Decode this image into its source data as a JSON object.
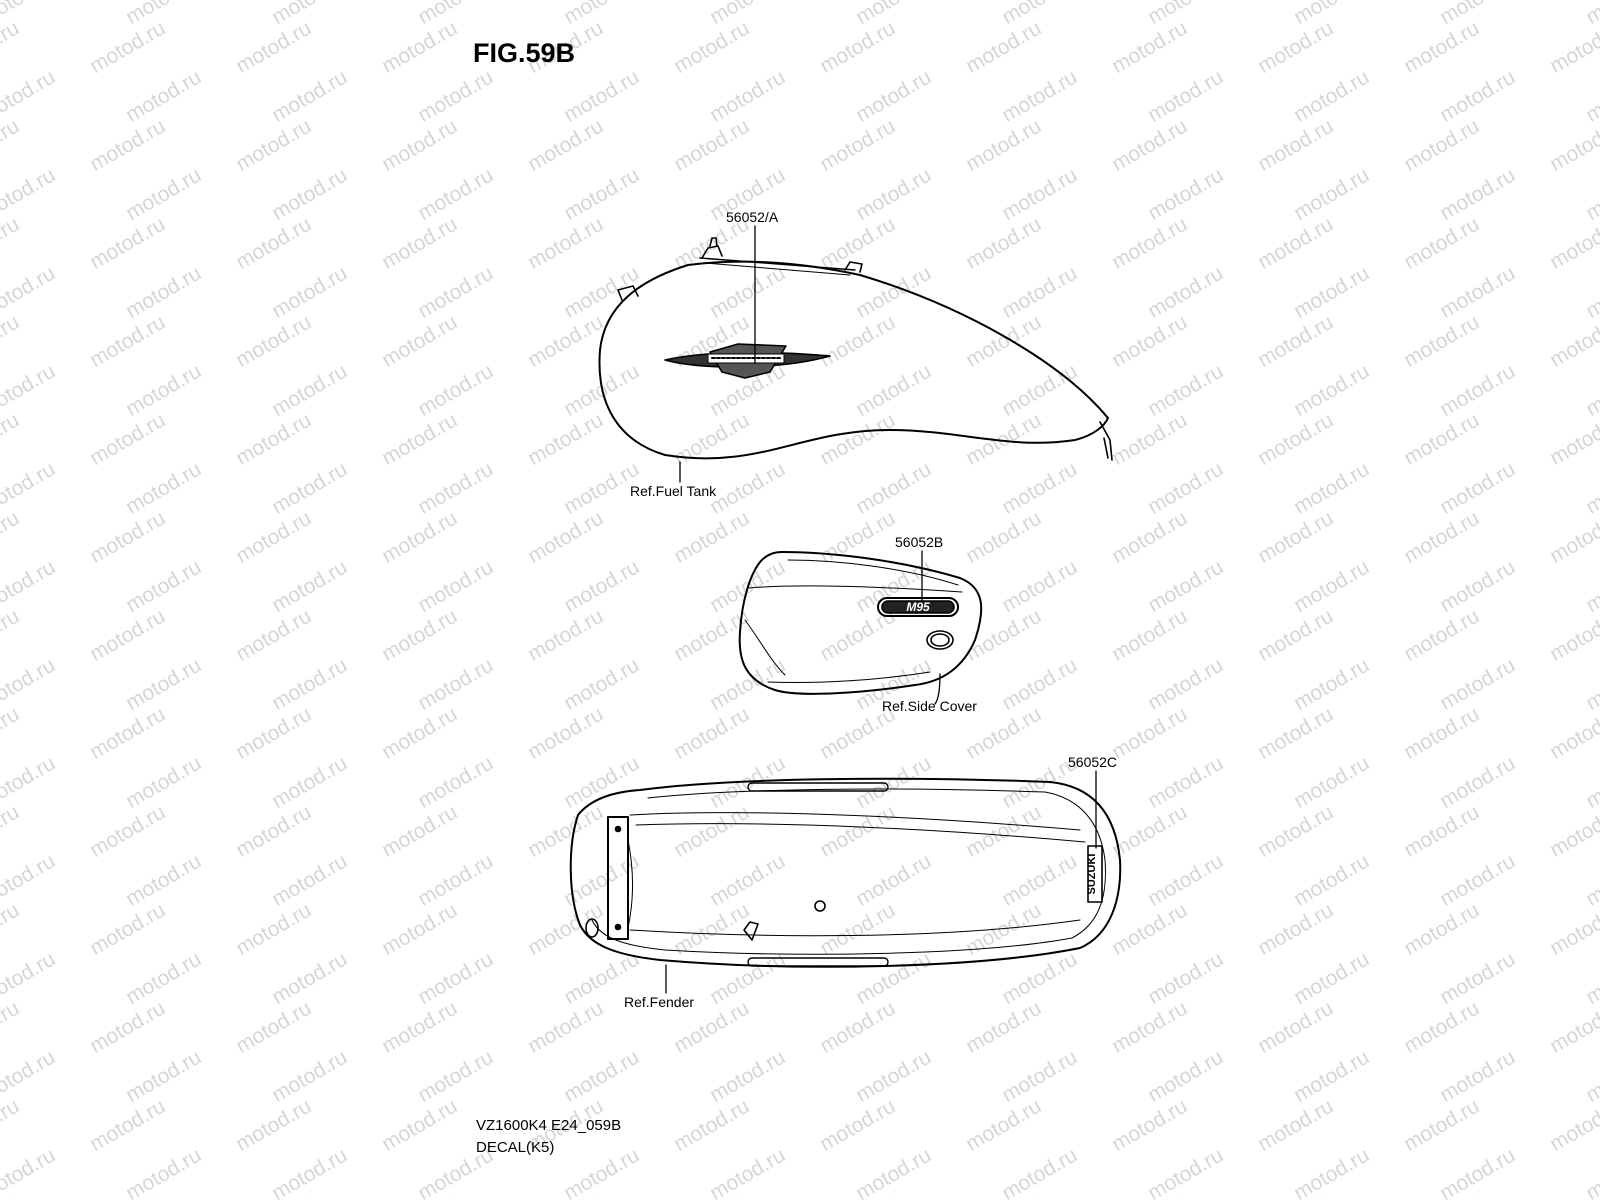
{
  "figure": {
    "title": "FIG.59B"
  },
  "parts": {
    "tank_decal": "56052/A",
    "side_cover_decal": "56052B",
    "fender_decal": "56052C"
  },
  "references": {
    "fuel_tank": "Ref.Fuel Tank",
    "side_cover": "Ref.Side Cover",
    "fender": "Ref.Fender"
  },
  "footer": {
    "model_code": "VZ1600K4 E24_059B",
    "group_name": "DECAL(K5)"
  },
  "decal_texts": {
    "side_cover_badge": "M95",
    "fender_brand": "SUZUKI"
  },
  "watermark": {
    "text": "motod.ru",
    "color": "#d6d6d6"
  }
}
